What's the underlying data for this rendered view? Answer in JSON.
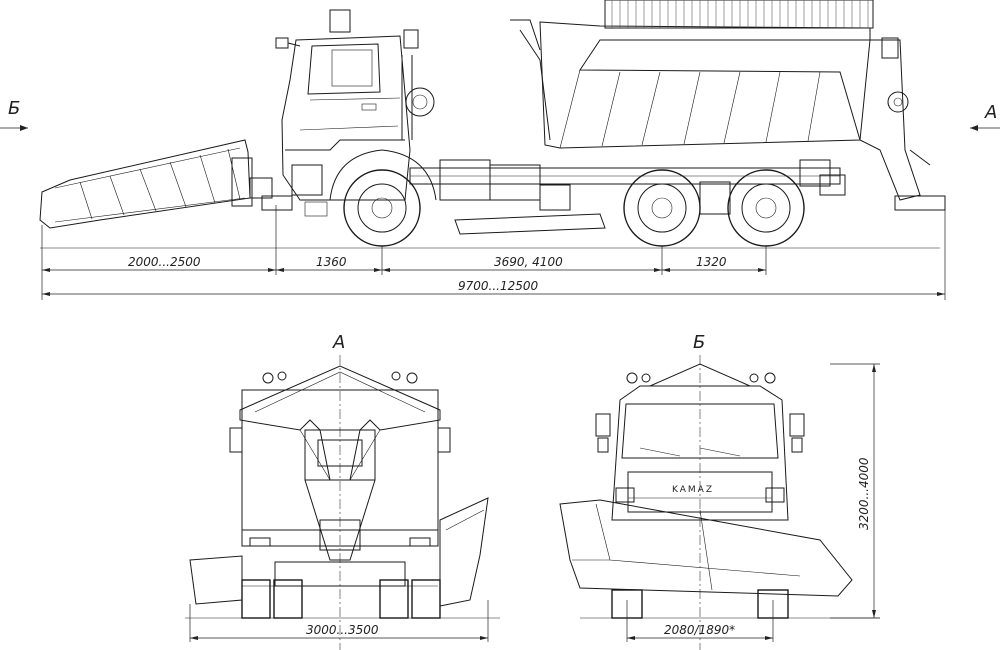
{
  "views": {
    "a_label": "А",
    "b_label": "Б",
    "side_arrow_left": "Б",
    "side_arrow_right": "А"
  },
  "dimensions": {
    "plow_length": "2000...2500",
    "front_overhang": "1360",
    "wheelbase": "3690, 4100",
    "rear_axle_spacing": "1320",
    "overall_length": "9700...12500",
    "rear_width": "3000...3500",
    "front_track": "2080/1890*",
    "height": "3200...4000"
  },
  "branding": {
    "grille_text": "KAMAZ"
  }
}
